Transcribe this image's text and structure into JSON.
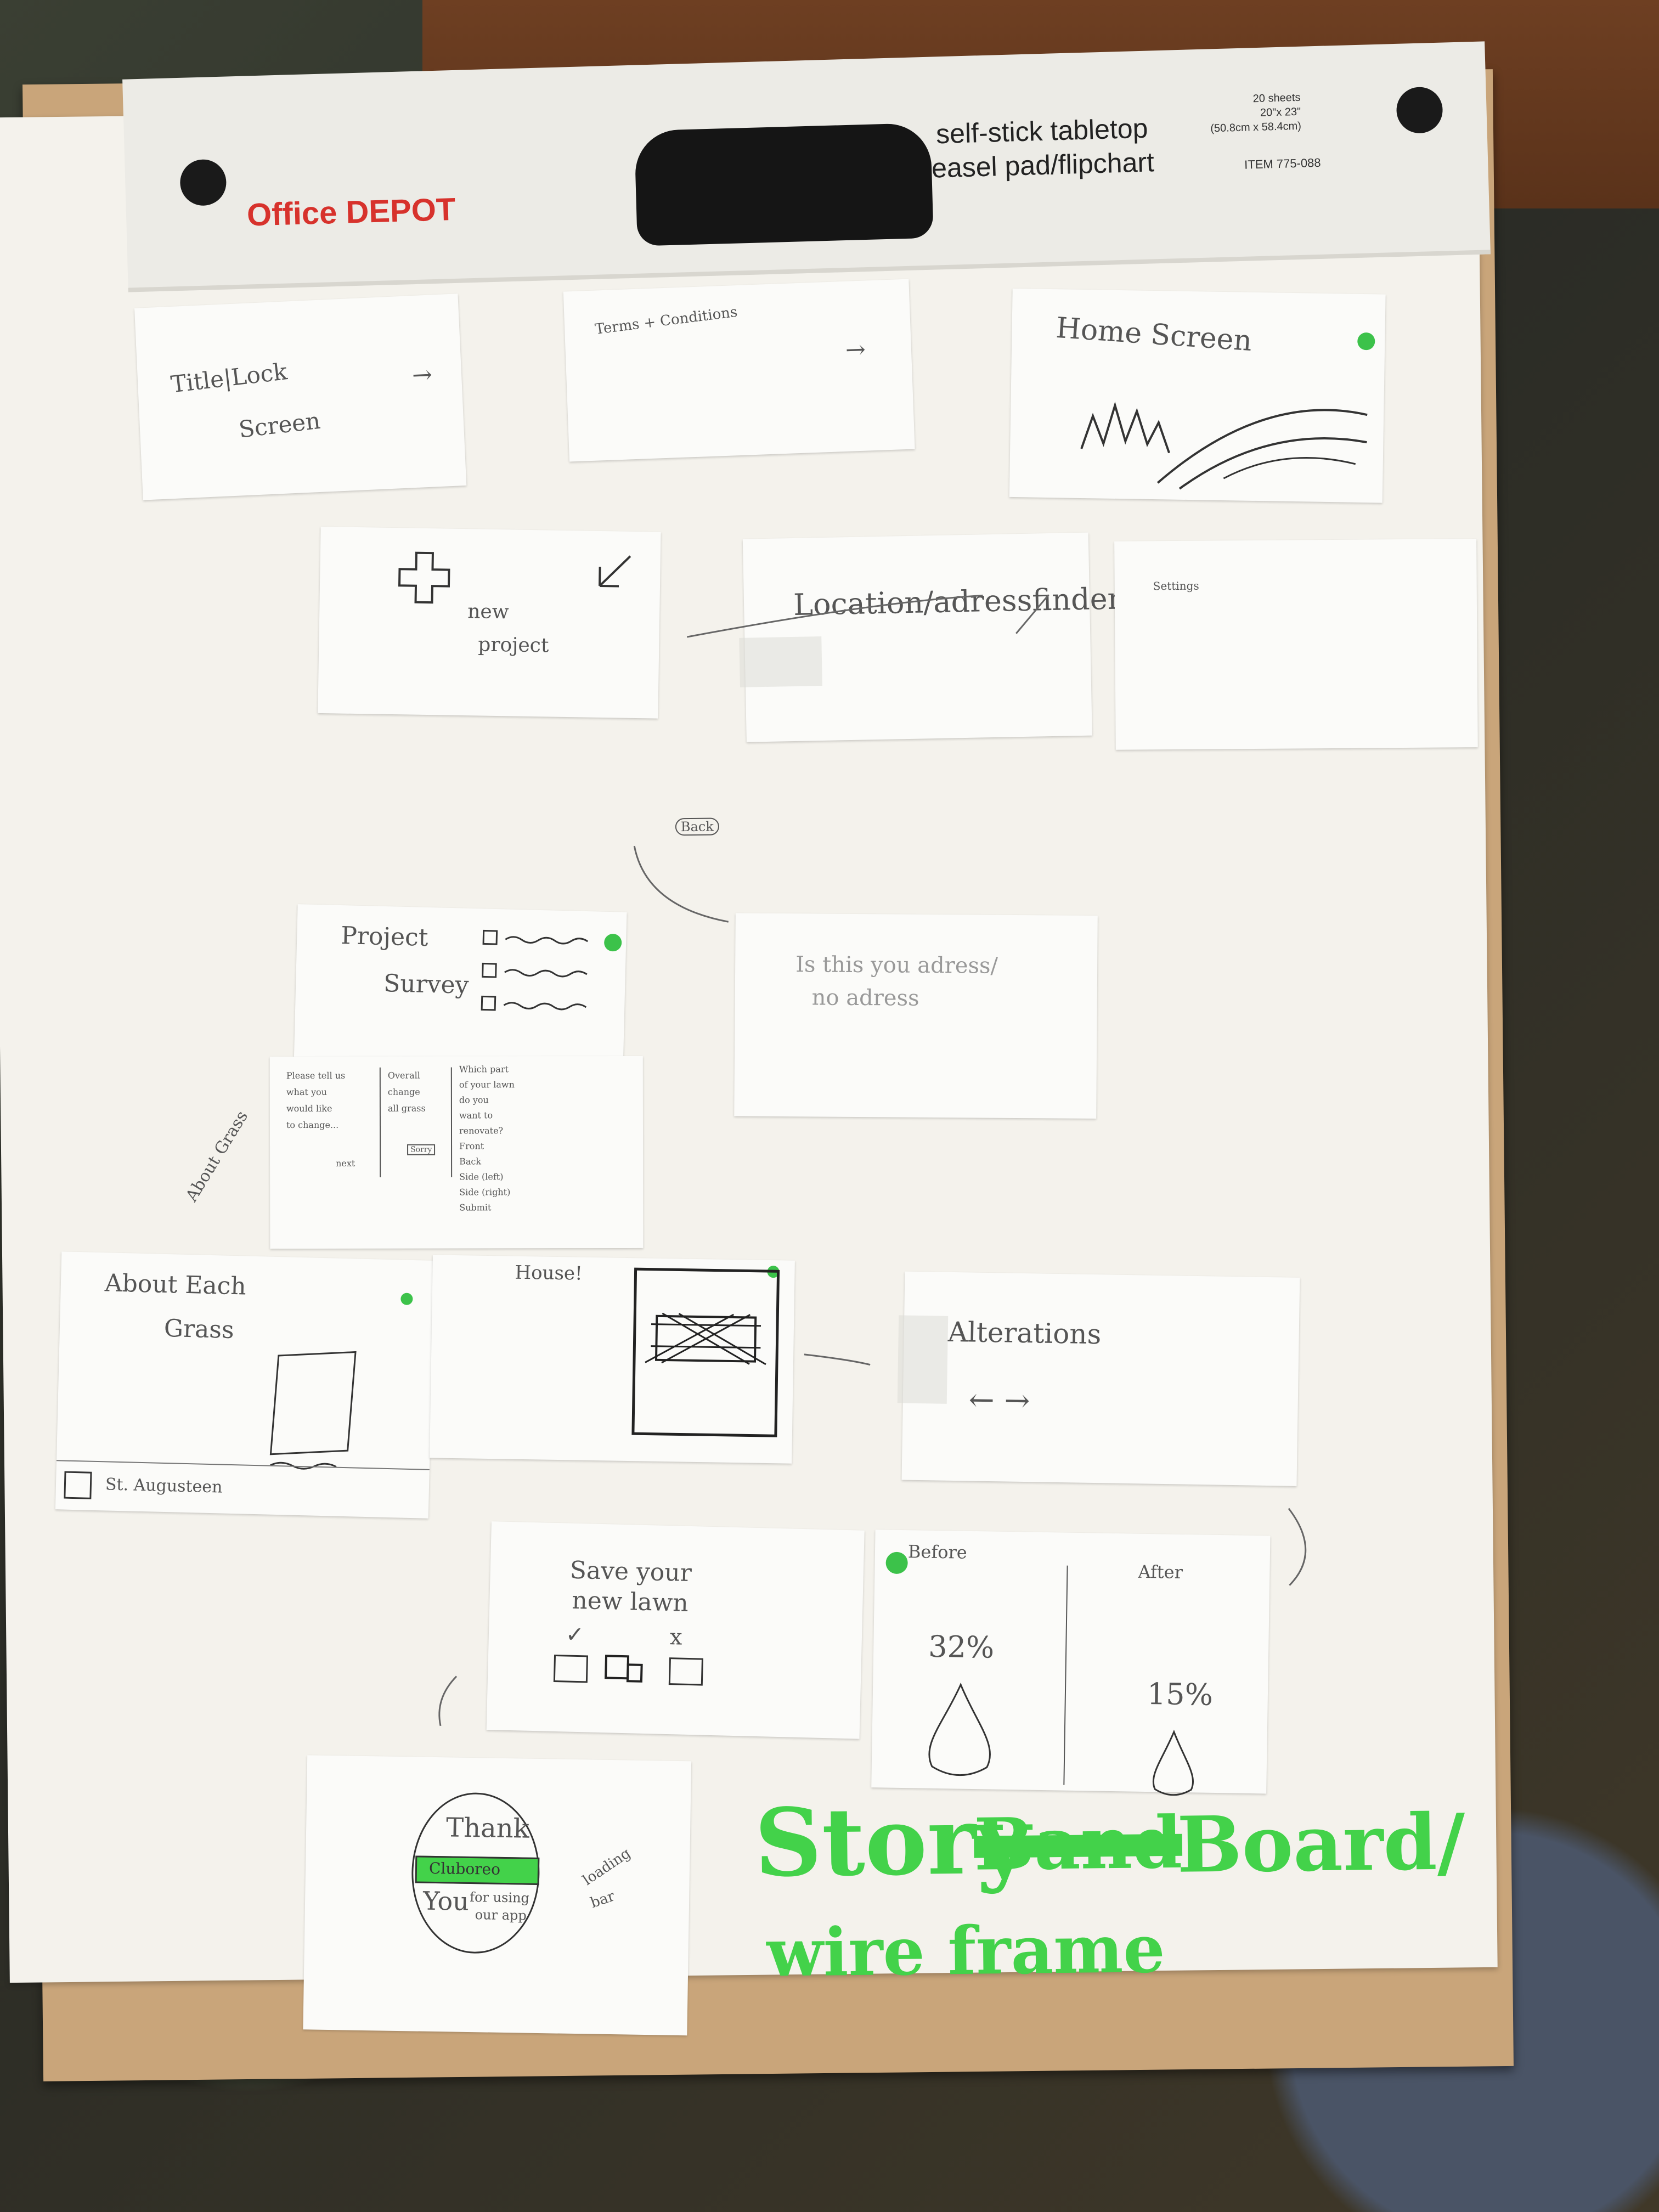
{
  "pad": {
    "brand": "Office DEPOT",
    "product_line1": "self-stick tabletop",
    "product_line2": "easel pad/flipchart",
    "spec_sheets": "20 sheets",
    "spec_size": "20\"x 23\"",
    "spec_metric": "(50.8cm x 58.4cm)",
    "item_number": "ITEM 775-088"
  },
  "cards": {
    "title_lock": {
      "line1": "Title|Lock",
      "line2": "Screen",
      "arrow": "→"
    },
    "terms": {
      "title": "Terms + Conditions",
      "arrow": "→"
    },
    "home": {
      "title": "Home Screen"
    },
    "settings": {
      "label": "Settings"
    },
    "new_project": {
      "icon_label": "+",
      "line1": "new",
      "line2": "project"
    },
    "location": {
      "title": "Location/adressfinder"
    },
    "confirm_address": {
      "line1": "Is this you adress/",
      "line2": "no adress"
    },
    "project_survey": {
      "line1": "Project",
      "line2": "Survey"
    },
    "survey_detail": {
      "col1": [
        "Please tell us",
        "what you",
        "would like",
        "to change..."
      ],
      "col1_bottom": "next",
      "col2": [
        "Overall",
        "change",
        "all grass"
      ],
      "col2_bottom": "Sorry",
      "col3": [
        "Which part",
        "of your lawn",
        "do you",
        "want to",
        "renovate?"
      ],
      "col3_options": [
        "Front",
        "Back",
        "Side (left)",
        "Side (right)"
      ],
      "col3_bottom": "Submit"
    },
    "about_grass_tab": "About Grass",
    "about_each_grass": {
      "line1": "About Each",
      "line2": "Grass",
      "option": "St. Augusteen"
    },
    "house": {
      "title": "House!"
    },
    "alterations": {
      "title": "Alterations",
      "arrows": "← →"
    },
    "save_lawn": {
      "line1": "Save your",
      "line2": "new lawn",
      "check": "✓",
      "cross": "x"
    },
    "before_after": {
      "before": "Before",
      "after": "After",
      "before_pct": "32%",
      "after_pct": "15%"
    },
    "thank_you": {
      "line1": "Thank",
      "bar_text": "Cluboreo",
      "line2": "You",
      "line3": "for using",
      "line4": "our app",
      "side1": "loading",
      "side2": "bar"
    }
  },
  "annotations": {
    "back_label": "Back",
    "story_board_1": "Story",
    "story_board_struck": "Band",
    "story_board_2": "Board/",
    "wire_frame": "wire frame"
  },
  "colors": {
    "accent_green": "#3cc24a",
    "brand_red": "#d7322c"
  }
}
